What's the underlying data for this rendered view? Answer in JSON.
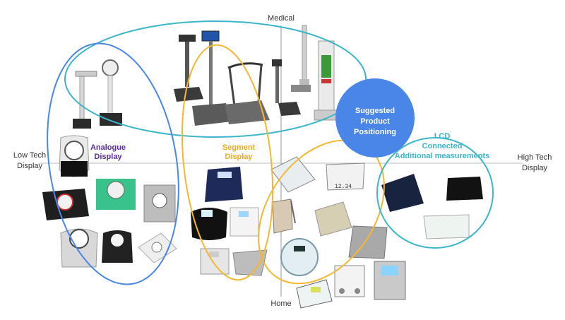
{
  "axes": {
    "top": "Medical",
    "bottom": "Home",
    "left_line1": "Low Tech",
    "left_line2": "Display",
    "right_line1": "High Tech",
    "right_line2": "Display"
  },
  "groups": {
    "analogue": {
      "line1": "Analogue",
      "line2": "Display",
      "color": "#5a2ca0",
      "ring_color": "#4a86e8"
    },
    "segment": {
      "line1": "Segment",
      "line2": "Display",
      "color": "#f0a820",
      "ring_color": "#f5b731"
    },
    "lcd": {
      "line1": "LCD",
      "line2": "Connected",
      "line3": "Additional measurements",
      "color": "#3bb5c9",
      "ring_color": "#3bb5c9"
    },
    "medical_ring_color": "#3bb5c9"
  },
  "suggested": {
    "line1": "Suggested",
    "line2": "Product",
    "line3": "Positioning",
    "color": "#4a86e8"
  },
  "lcd_readout": "12.34"
}
